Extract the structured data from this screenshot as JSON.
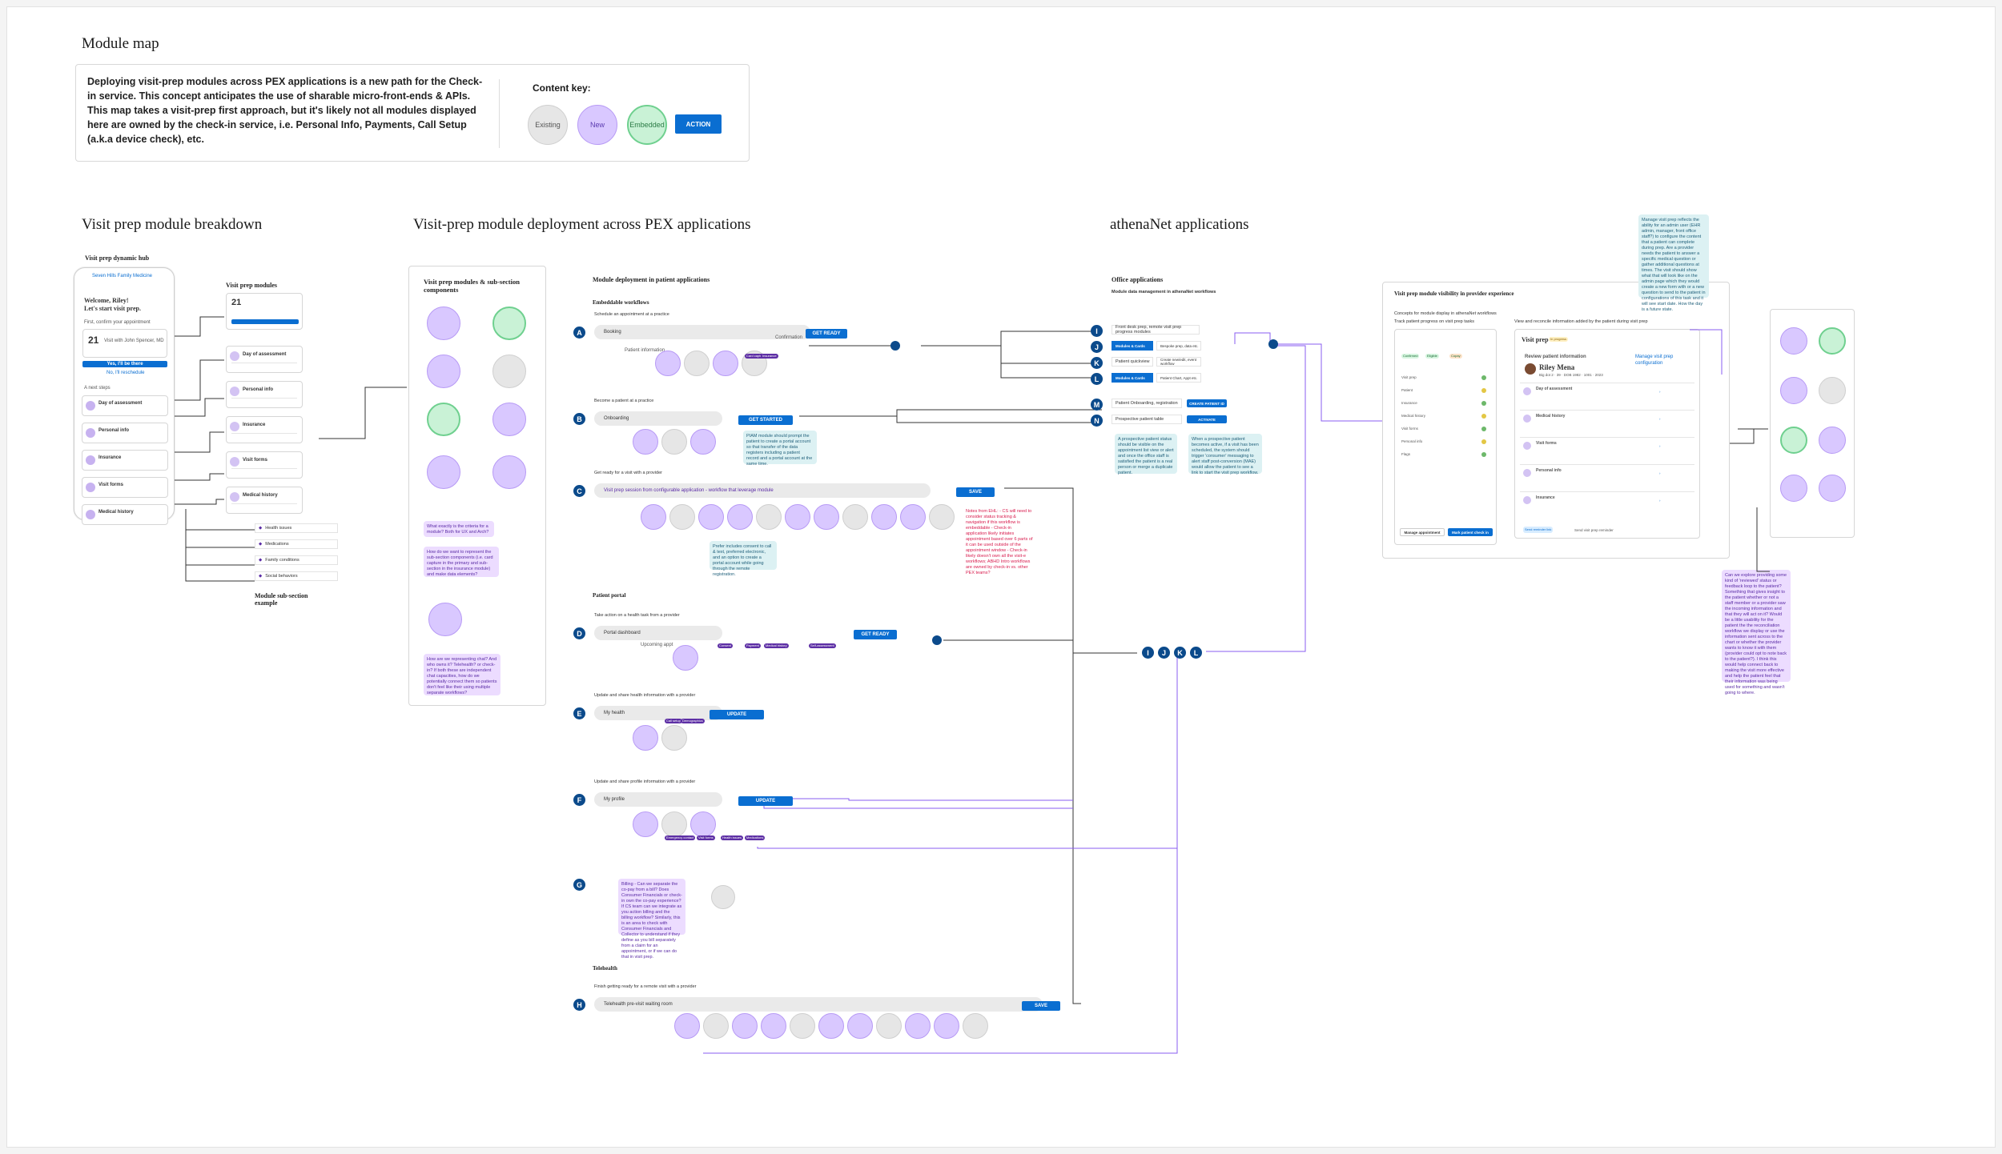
{
  "title": "Module map",
  "intro": {
    "text": "Deploying visit-prep modules across PEX applications is a new path for the Check-in service. This concept anticipates the use of sharable micro-front-ends & APIs. This map takes a visit-prep first approach, but it's likely not all modules displayed here are owned by the check-in service, i.e. Personal Info, Payments, Call Setup (a.k.a device check), etc.",
    "key_title": "Content key:",
    "key": {
      "existing": "Existing",
      "new": "New",
      "embedded": "Embedded",
      "action": "ACTION"
    }
  },
  "sections": {
    "breakdown": "Visit prep module breakdown",
    "deployment": "Visit-prep module deployment across PEX applications",
    "athena": "athenaNet applications"
  },
  "breakdown": {
    "hub_label": "Visit prep dynamic hub",
    "phone": {
      "brand": "Seven Hills Family Medicine",
      "greeting": "Welcome, Riley!",
      "subgreeting": "Let's start visit prep.",
      "appt_label": "First, confirm your appointment",
      "appt_date": "21",
      "appt_info": "Visit with John Spencer, MD",
      "yes_btn": "Yes, I'll be there",
      "no_btn": "No, I'll reschedule",
      "next_label": "A next steps",
      "items": [
        "Day of assessment",
        "Personal info",
        "Insurance",
        "Visit forms",
        "Medical history"
      ]
    },
    "modules_label": "Visit prep modules",
    "modules": [
      "Day of assessment",
      "Personal info",
      "Insurance",
      "Visit forms",
      "Medical history"
    ],
    "subsections": [
      "Health issues",
      "Medications",
      "Family conditions",
      "Social behaviors"
    ],
    "subsection_caption": "Module sub-section example"
  },
  "components": {
    "title": "Visit prep modules & sub-section components",
    "note1": "What exactly is the criteria for a module? Both for UX and Arch?",
    "note2": "How do we want to represent the sub-section components (i.e. card capture in the primary and sub-section in the insurance module) and make data elements?",
    "note3": "How are we representing chat? And who owns it? Telehealth? or check-in? If both these are independent chat capacities, how do we potentially connect them so patients don't feel like their using multiple separate workflows?"
  },
  "deployment": {
    "patient_apps": "Module deployment in patient applications",
    "embeddable": "Embeddable workflows",
    "rows": [
      {
        "id": "A",
        "caption": "Schedule an appointment at a practice",
        "pill": "Booking",
        "pill2": "Patient information",
        "pill3": "Confirmation",
        "btn": "GET READY"
      },
      {
        "id": "B",
        "caption": "Become a patient at a practice",
        "pill": "Onboarding",
        "btn": "GET STARTED"
      },
      {
        "id": "C",
        "caption": "Get ready for a visit with a provider",
        "pill": "Visit prep session from configurable application - workflow that leverage module",
        "btn": "SAVE"
      },
      {
        "id": "D",
        "caption": "Take action on a health task from a provider",
        "pill": "Portal dashboard",
        "pill2": "Upcoming appt",
        "btn": "GET READY"
      },
      {
        "id": "E",
        "caption": "Update and share health information with a provider",
        "pill": "My health",
        "btn": "UPDATE"
      },
      {
        "id": "F",
        "caption": "Update and share profile information with a provider",
        "pill": "My profile",
        "btn": "UPDATE"
      },
      {
        "id": "H",
        "caption": "Finish getting ready for a remote visit with a provider",
        "pill": "Telehealth pre-visit waiting room",
        "btn": "SAVE"
      }
    ],
    "patient_portal": "Patient portal",
    "telehealth": "Telehealth",
    "g_label": "G",
    "note_b": "PIAM module should prompt the patient to create a portal account so that transfer of the data registers including a patient record and a portal account at the same time.",
    "note_c": "Prefer includes consent to call & text, preferred electronic, and an option to create a portal account while going through the remote registration.",
    "note_red": "Notes from EHL: - CS will need to consider status tracking & navigation if this workflow is embeddable - Check-in application likely initiates appointment based over 6 parts of it can be used outside of the appointment window - Check-in likely doesn't own all the visit-e workflows; ABHD Intro workflows are owned by check-in vs. other PEX teams?",
    "note_g": "Billing - Can we separate the co-pay from a bill? Does Consumer Financials or check-in own the co-pay experience? If CS team can we integrate as you action billing and the billing workflow? Similarly, this is an area to check with Consumer Financials and Collector to understand if they define as you bill separately from a claim for an appointment, or if we can do that in visit prep.",
    "tags": [
      "Card capture",
      "Insurance",
      "Consent",
      "Payment",
      "Medical history",
      "Self-assessment",
      "Call setup",
      "Demographics",
      "Emergency contact",
      "Visit forms",
      "Health issues",
      "Medications"
    ]
  },
  "athena": {
    "office_apps": "Office applications",
    "office_sub": "Module data management in athenaNet workflows",
    "rows": [
      {
        "id": "I",
        "label": "Front desk prep, remote visit prep progress modules"
      },
      {
        "id": "J",
        "label": "Modules & Cards",
        "extra": "Bespoke prep, data etc."
      },
      {
        "id": "K",
        "label": "Patient quickview",
        "extra": "Create new/edit, event workflow"
      },
      {
        "id": "L",
        "label": "Modules & Cards",
        "extra": "Patient Chart, Appt etc."
      },
      {
        "id": "M",
        "label": "Patient Onboarding, registration",
        "btn": "CREATE PATIENT ID"
      },
      {
        "id": "N",
        "label": "Prospective patient table",
        "btn": "ACTIVATE"
      }
    ],
    "note_m": "A prospective patient status should be visible on the appointment list view or alert and once the office staff is satisfied the patient is a real person or merge a duplicate patient.",
    "note_n": "When a prospective patient becomes active, if a visit has been scheduled, the system should trigger 'consumer' messaging to alert staff post-conversion (MAE) would allow the patient to see a link to start the visit prep workflow.",
    "ijkl": [
      "I",
      "J",
      "K",
      "L"
    ]
  },
  "provider": {
    "title": "Visit prep module visibility in provider experience",
    "concepts": "Concepts for module display in athenaNet workflows",
    "left_caption": "Track patient progress on visit prep tasks",
    "right_caption": "View and reconcile information added by the patient during visit prep",
    "panel_title": "Visit prep",
    "status": "In progress",
    "manage_link": "Manage visit prep configuration",
    "review_title": "Review patient information",
    "patient_name": "Riley Mena",
    "patient_meta": "Big dot 2 · 39 · DOB 1982 · 1001 · 2023",
    "review_items": [
      "Day of assessment",
      "Medical history",
      "Visit forms",
      "Personal info",
      "Insurance"
    ],
    "footer_btns": [
      "Send reminder link",
      "Send visit prep reminder"
    ],
    "list_labels": [
      "Visit prep",
      "Patient",
      "Insurance",
      "Medical history",
      "Visit forms",
      "Personal info",
      "Flags"
    ],
    "buttons": [
      "Manage appointment",
      "Mark patient check in"
    ],
    "status_pills": [
      "Confirmed",
      "Eligible",
      "Copay"
    ]
  },
  "notes_right": {
    "top": "Manage visit prep reflects the ability for an admin user (EHR admin, manager, front office staff?) to configure the content that a patient can complete during prep. Are a provider needs the patient to answer a specific medical question or gather additional questions at times. The visit should show what that will look like on the admin page which they would create a new form with or a new question to send to the patient in configurations of this task and it will see start date. How the day is a future state.",
    "bottom": "Can we explore providing some kind of 'reviewed' status or feedback loop to the patient? Something that gives insight to the patient whether or not a staff member or a provider saw the incoming information and that they will act on it? Would be a little usability for the patient the the reconciliation workflow we display or use the information sent across to the chart or whether the provider wants to know it with them (provider could opt to note back to the patient?). I think this would help connect back to making the visit more effective and help the patient feel that their information was being used for something and wasn't going to where."
  }
}
